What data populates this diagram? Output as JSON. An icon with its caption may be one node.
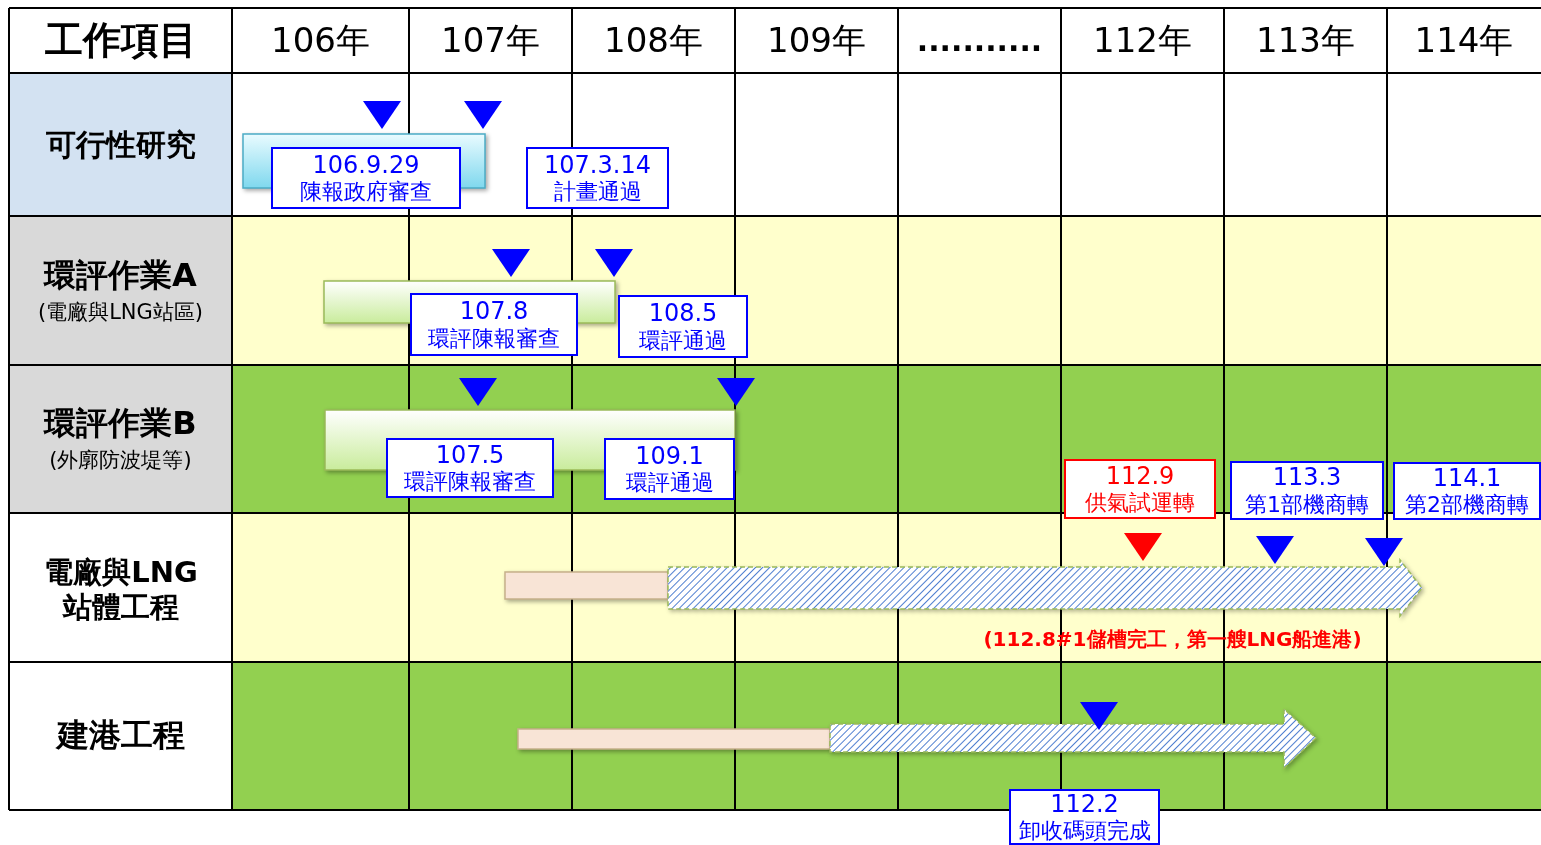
{
  "diagram": {
    "nodes": [
      {
        "text": [
          "106.9.29",
          "陳報政府審查"
        ]
      },
      {
        "text": [
          "107.3.14",
          "計畫通過"
        ]
      },
      {
        "text": [
          "107.8",
          "環評陳報審查"
        ]
      },
      {
        "text": [
          "108.5",
          "環評通過"
        ]
      },
      {
        "text": [
          "107.5",
          "環評陳報審查"
        ]
      },
      {
        "text": [
          "109.1",
          "環評通過"
        ]
      },
      {
        "text": [
          "112.9",
          "供氣試運轉"
        ]
      },
      {
        "text": [
          "113.3",
          "第1部機商轉"
        ]
      },
      {
        "text": [
          "114.1",
          "第2部機商轉"
        ]
      },
      {
        "text": [
          "112.2",
          "卸收碼頭完成"
        ]
      }
    ],
    "labels": [
      "工作項目",
      "106年",
      "107年",
      "108年",
      "109年",
      "...........",
      "112年",
      "113年",
      "114年",
      "可行性研究",
      "環評作業A",
      "(電廠與LNG站區)",
      "環評作業B",
      "(外廓防波堤等)",
      "電廠與LNG站體工程",
      "(112.8#1儲槽完工，第一艘LNG船進港)",
      "建港工程"
    ]
  }
}
